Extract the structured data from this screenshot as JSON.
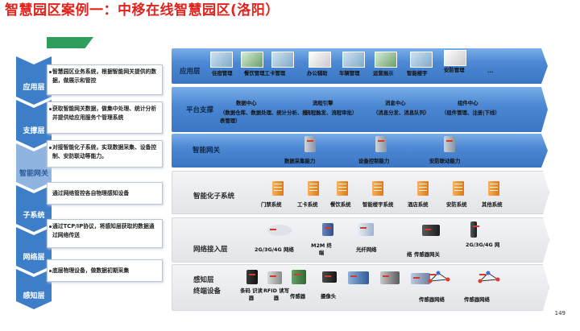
{
  "title": "智慧园区案例一：中移在线智慧园区(洛阳）",
  "page_number": "149",
  "left_layers": [
    {
      "name": "应用层",
      "desc": "智慧园区业务系统，根据智能网关提供的数据，做展示和管控"
    },
    {
      "name": "支撑层",
      "desc": "获取智能网关数据，做集中处理、统计分析并提供给应用服务个管理系统"
    },
    {
      "name": "智能网关",
      "desc": "对接智能化子系统，实现数据采集、设备控制、安防联动等能力。"
    },
    {
      "name": "子系统",
      "desc": "通过网络管控各自物理感知设备"
    },
    {
      "name": "网络层",
      "desc": "通过TCP/IP协议，将感知层获取的数据通过网络传送"
    },
    {
      "name": "感知层",
      "desc": "底层物理设备，做数据初期采集"
    }
  ],
  "app_layer": {
    "label": "应用层",
    "items": [
      "住宿管理",
      "餐饮管理工卡管理",
      "办公辅助",
      "车辆管理",
      "运营展示",
      "智能楼宇",
      "安防管理",
      "..."
    ]
  },
  "platform": {
    "label": "平台支撑",
    "items": [
      {
        "name": "数据中心",
        "detail": "（数据仓库、数据处理、统计分析、报表管理）"
      },
      {
        "name": "流程引擎",
        "detail": "（流程触发、流程审批）"
      },
      {
        "name": "消息中心",
        "detail": "（消息分发、消息队列）"
      },
      {
        "name": "组件中心",
        "detail": "（组件管理、注册|下线）"
      }
    ]
  },
  "gateway": {
    "label": "智能网关",
    "items": [
      "数据采集能力",
      "设备控制能力",
      "安防联动能力"
    ]
  },
  "subsystems": {
    "label": "智能化子系统",
    "items": [
      "门禁系统",
      "工卡系统",
      "餐饮系统",
      "智能楼宇系统",
      "酒店系统",
      "安防系统",
      "其他系统"
    ]
  },
  "network": {
    "label": "网络接入层",
    "items": [
      "2G/3G/4G 网络",
      "M2M 终端",
      "光纤网络",
      "传感器网关",
      "2G/3G/4G 网"
    ],
    "extra": "络"
  },
  "perception": {
    "label": "感知层",
    "sublabel": "终端设备",
    "items": [
      "条码 识读器",
      "RFID 读写器",
      "传感器",
      "摄像头",
      "传感器网络",
      "传感器网络"
    ]
  }
}
